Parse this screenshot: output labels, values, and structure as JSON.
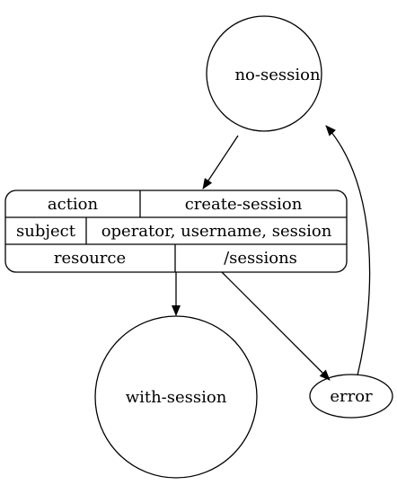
{
  "diagram": {
    "nodes": {
      "no_session": {
        "label": "no-session"
      },
      "with_session": {
        "label": "with-session"
      },
      "error": {
        "label": "error"
      }
    },
    "record": {
      "rows": [
        {
          "key": "action",
          "value": "create-session"
        },
        {
          "key": "subject",
          "value": "operator, username, session"
        },
        {
          "key": "resource",
          "value": "/sessions"
        }
      ]
    },
    "edges": [
      {
        "from": "no-session",
        "to": "record"
      },
      {
        "from": "record",
        "to": "with-session"
      },
      {
        "from": "record",
        "to": "error"
      },
      {
        "from": "error",
        "to": "no-session"
      }
    ]
  }
}
